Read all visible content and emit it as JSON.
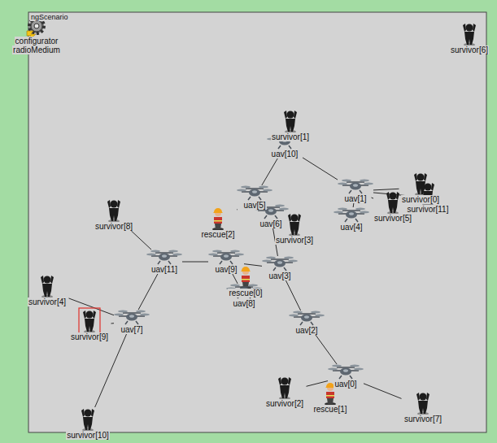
{
  "diagram": {
    "nodes": [
      {
        "text": [
          "configurator",
          "radioMedium"
        ]
      },
      {
        "text": [
          "survivor[6]"
        ]
      },
      {
        "text": [
          "survivor[1]"
        ]
      },
      {
        "text": [
          "uav[10]"
        ]
      },
      {
        "text": [
          "uav[1]"
        ]
      },
      {
        "text": [
          "survivor[0]"
        ]
      },
      {
        "text": [
          "survivor[11]"
        ]
      },
      {
        "text": [
          "uav[5]"
        ]
      },
      {
        "text": [
          "uav[4]"
        ]
      },
      {
        "text": [
          "survivor[5]"
        ]
      },
      {
        "text": [
          "survivor[8]"
        ]
      },
      {
        "text": [
          "rescue[2]"
        ]
      },
      {
        "text": [
          "uav[6]"
        ]
      },
      {
        "text": [
          "survivor[3]"
        ]
      },
      {
        "text": [
          "uav[11]"
        ]
      },
      {
        "text": [
          "uav[9]"
        ]
      },
      {
        "text": [
          "uav[3]"
        ]
      },
      {
        "text": [
          "rescue[0]"
        ]
      },
      {
        "text": [
          "uav[8]"
        ]
      },
      {
        "text": [
          "survivor[4]"
        ]
      },
      {
        "text": [
          "survivor[9]"
        ]
      },
      {
        "text": [
          "uav[7]"
        ]
      },
      {
        "text": [
          "uav[2]"
        ]
      },
      {
        "text": [
          "uav[0]"
        ]
      },
      {
        "text": [
          "survivor[2]"
        ]
      },
      {
        "text": [
          "rescue[1]"
        ]
      },
      {
        "text": [
          "survivor[7]"
        ]
      },
      {
        "text": [
          "survivor[10]"
        ]
      }
    ],
    "edges": [
      {
        "from": 3,
        "to": 4,
        "arrow": "none"
      },
      {
        "from": 3,
        "to": 7,
        "arrow": "none"
      },
      {
        "from": 7,
        "to": 11,
        "arrow": "none"
      },
      {
        "from": 7,
        "to": 12,
        "arrow": "none"
      },
      {
        "from": 4,
        "to": 5,
        "arrow": "none"
      },
      {
        "from": 4,
        "to": 6,
        "arrow": "none"
      },
      {
        "from": 4,
        "to": 8,
        "arrow": "none"
      },
      {
        "from": 4,
        "to": 9,
        "arrow": "none"
      },
      {
        "from": 14,
        "to": 10,
        "arrow": "none"
      },
      {
        "from": 14,
        "to": 15,
        "arrow": "none"
      },
      {
        "from": 14,
        "to": 21,
        "arrow": "none"
      },
      {
        "from": 15,
        "to": 16,
        "arrow": "none"
      },
      {
        "from": 15,
        "to": 18,
        "arrow": "none"
      },
      {
        "from": 16,
        "to": 12,
        "arrow": "none"
      },
      {
        "from": 16,
        "to": 22,
        "arrow": "none"
      },
      {
        "from": 22,
        "to": 23,
        "arrow": "none"
      },
      {
        "from": 23,
        "to": 24,
        "arrow": "none"
      },
      {
        "from": 23,
        "to": 25,
        "arrow": "none"
      },
      {
        "from": 23,
        "to": 26,
        "arrow": "none"
      },
      {
        "from": 21,
        "to": 19,
        "arrow": "none"
      },
      {
        "from": 21,
        "to": 20,
        "arrow": "none"
      },
      {
        "from": 21,
        "to": 27,
        "arrow": "none"
      }
    ],
    "labels": [
      "ngScenario"
    ]
  }
}
